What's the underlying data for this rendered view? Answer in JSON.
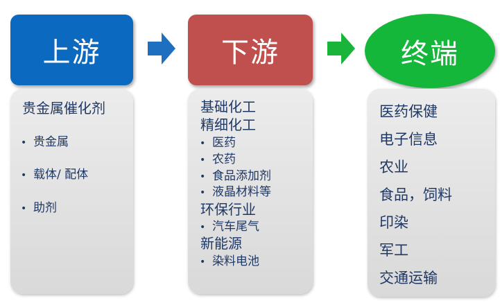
{
  "colors": {
    "upstream": "#0b6ac0",
    "downstream": "#c0504d",
    "terminal": "#14b73a",
    "arrow1": "#1f6fc0",
    "arrow2": "#19b53a",
    "text": "#1f3864"
  },
  "upstream": {
    "title": "上游",
    "heading": "贵金属催化剂",
    "bullets": [
      "贵金属",
      "载体/ 配体",
      "助剂"
    ]
  },
  "downstream": {
    "title": "下游",
    "section1": "基础化工",
    "section2": "精细化工",
    "section2_items": [
      "医药",
      "农药",
      "食品添加剂",
      "液晶材料等"
    ],
    "section3": "环保行业",
    "section3_items": [
      "汽车尾气"
    ],
    "section4": "新能源",
    "section4_items": [
      "染料电池"
    ]
  },
  "terminal": {
    "title": "终端",
    "items": [
      "医药保健",
      "电子信息",
      "农业",
      "食品，饲料",
      "印染",
      "军工",
      "交通运输"
    ]
  },
  "bullet_char": "•"
}
